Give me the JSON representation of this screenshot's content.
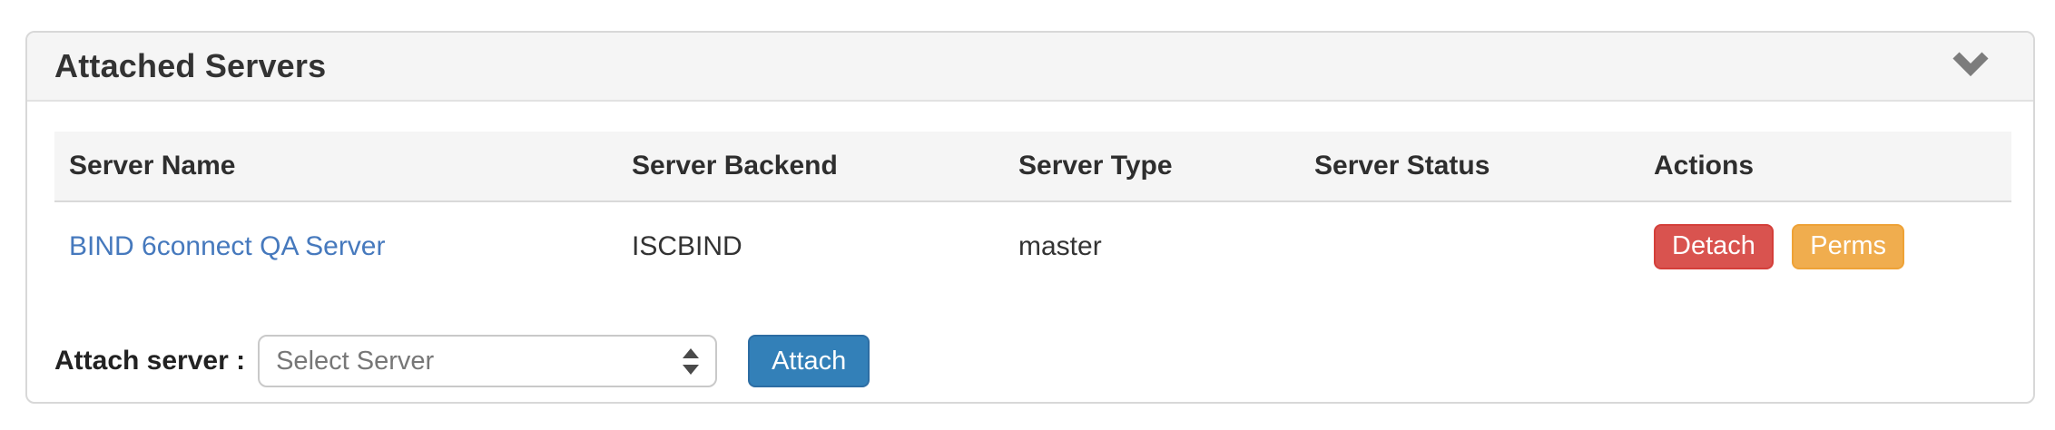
{
  "panel": {
    "title": "Attached Servers",
    "collapse_icon": "chevron-down-icon"
  },
  "table": {
    "headers": [
      "Server Name",
      "Server Backend",
      "Server Type",
      "Server Status",
      "Actions"
    ],
    "rows": [
      {
        "server_name": "BIND 6connect QA Server",
        "server_backend": "ISCBIND",
        "server_type": "master",
        "server_status": "",
        "actions": [
          {
            "label": "Detach",
            "color": "#d9534f"
          },
          {
            "label": "Perms",
            "color": "#f0ad4e"
          }
        ]
      }
    ]
  },
  "attach_form": {
    "label": "Attach server :",
    "select_value": "Select Server",
    "attach_button_label": "Attach"
  },
  "colors": {
    "link": "#4679bd",
    "detach_button": "#d9534f",
    "perms_button": "#f0ad4e",
    "attach_button": "#3380b8",
    "panel_heading_bg": "#f5f5f5",
    "table_header_bg": "#f5f5f5",
    "panel_border": "#d8d8d8"
  }
}
